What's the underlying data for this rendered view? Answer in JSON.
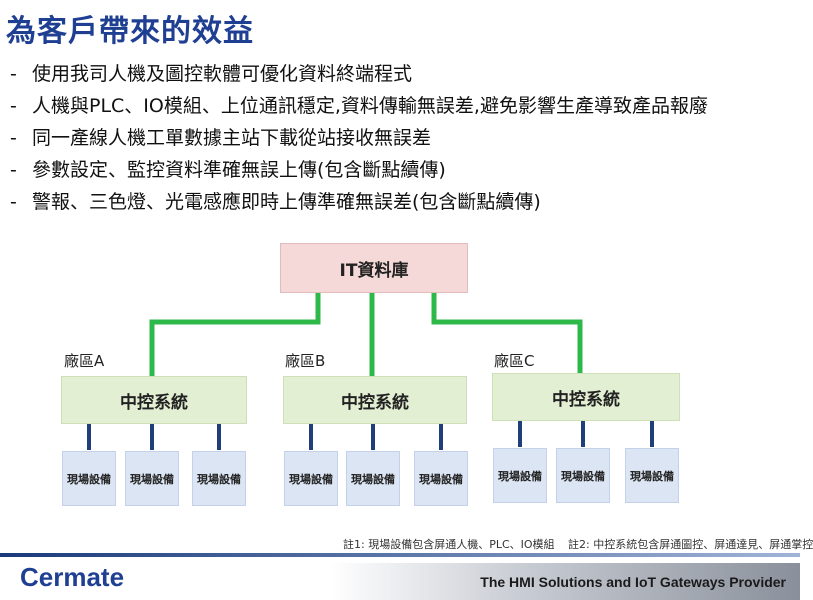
{
  "title": "為客戶帶來的效益",
  "bullets": [
    "使用我司人機及圖控軟體可優化資料終端程式",
    "人機與PLC、IO模組、上位通訊穩定,資料傳輸無誤差,避免影響生產導致產品報廢",
    "同一產線人機工單數據主站下載從站接收無誤差",
    "參數設定、監控資料準確無誤上傳(包含斷點續傳)",
    "警報、三色燈、光電感應即時上傳準確無誤差(包含斷點續傳)"
  ],
  "bullet_marker": "-",
  "diagram": {
    "database": "IT資料庫",
    "factories": [
      {
        "label": "廠區A",
        "controller": "中控系統",
        "devices": [
          "現場設備",
          "現場設備",
          "現場設備"
        ]
      },
      {
        "label": "廠區B",
        "controller": "中控系統",
        "devices": [
          "現場設備",
          "現場設備",
          "現場設備"
        ]
      },
      {
        "label": "廠區C",
        "controller": "中控系統",
        "devices": [
          "現場設備",
          "現場設備",
          "現場設備"
        ]
      }
    ],
    "link_color": "#2db84a",
    "device_link_color": "#1f3f7a"
  },
  "notes": {
    "note1": "註1: 現場設備包含屏通人機、PLC、IO模組",
    "note2": "註2: 中控系統包含屏通圖控、屏通達見、屏通掌控"
  },
  "footer": {
    "logo": "Cermate",
    "tagline": "The HMI Solutions and IoT Gateways Provider"
  }
}
